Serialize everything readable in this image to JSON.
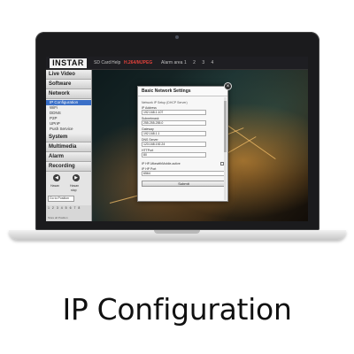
{
  "topbar": {
    "logo": "INSTAR",
    "items": [
      "SD Card",
      "Help",
      "H.264/MJPEG",
      "Alarm area"
    ],
    "alarm_numbers": "1 2 3 4"
  },
  "sidebar": {
    "live_video": "Live Video",
    "software": "Software",
    "network": "Network",
    "network_items": [
      "IP Configuration",
      "WiFi",
      "DDNS",
      "P2P",
      "UPnP",
      "Push Service"
    ],
    "system": "System",
    "multimedia": "Multimedia",
    "alarm": "Alarm",
    "recording": "Recording",
    "ptz": {
      "left": "Hasan",
      "right": "Hasan",
      "sub": "stop"
    },
    "goto_select": "Go to Position",
    "positions": "1 2 3 4 5 6 7 8",
    "status": "Store all Position"
  },
  "dialog": {
    "title": "Basic Network Settings",
    "note": "Network IP Setup (DHCP Server)",
    "fields": [
      {
        "label": "IP Address",
        "value": "192.168.1.107"
      },
      {
        "label": "Subnetmask",
        "value": "255.255.255.0"
      },
      {
        "label": "Gateway",
        "value": "192.168.1.1"
      },
      {
        "label": "DNS Server",
        "value": "123.168.192.24"
      },
      {
        "label": "HTTPort",
        "value": "80"
      }
    ],
    "checkbox_label": "IP HP-MkewithMobile-active",
    "field_last": {
      "label": "IP HP Port",
      "value": "6564"
    },
    "submit": "Submit",
    "close": "×"
  },
  "caption": "IP Configuration",
  "colors": {
    "accent": "#3a6fc7",
    "highlight": "#e0413b"
  }
}
